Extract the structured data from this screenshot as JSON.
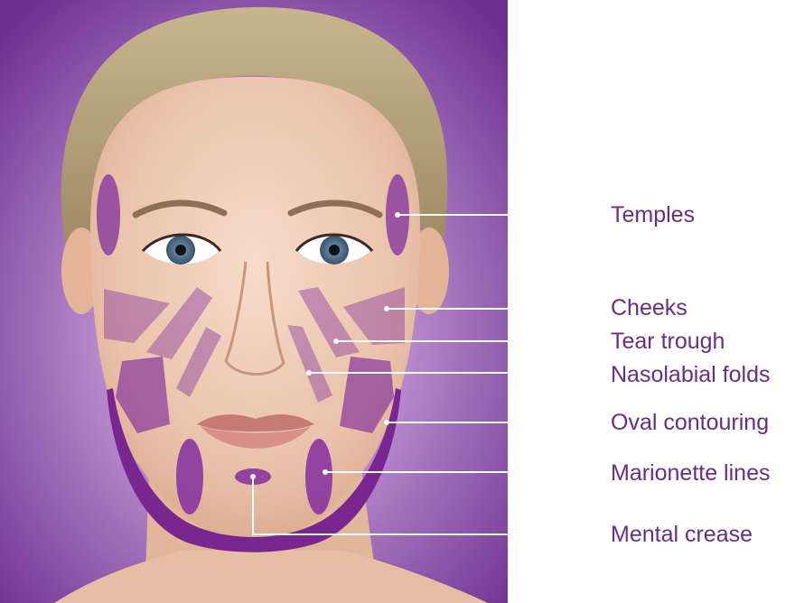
{
  "figure": {
    "labels": [
      {
        "id": "temples",
        "text": "Temples"
      },
      {
        "id": "cheeks",
        "text": "Cheeks"
      },
      {
        "id": "tear-trough",
        "text": "Tear trough"
      },
      {
        "id": "nasolabial-folds",
        "text": "Nasolabial folds"
      },
      {
        "id": "oval-contouring",
        "text": "Oval contouring"
      },
      {
        "id": "marionette-lines",
        "text": "Marionette lines"
      },
      {
        "id": "mental-crease",
        "text": "Mental crease"
      }
    ]
  },
  "colors": {
    "accent": "#6b2d84",
    "zone": "#8a3aa0",
    "background_purple": "#8d4fb0",
    "leader_line": "#ffffff"
  }
}
